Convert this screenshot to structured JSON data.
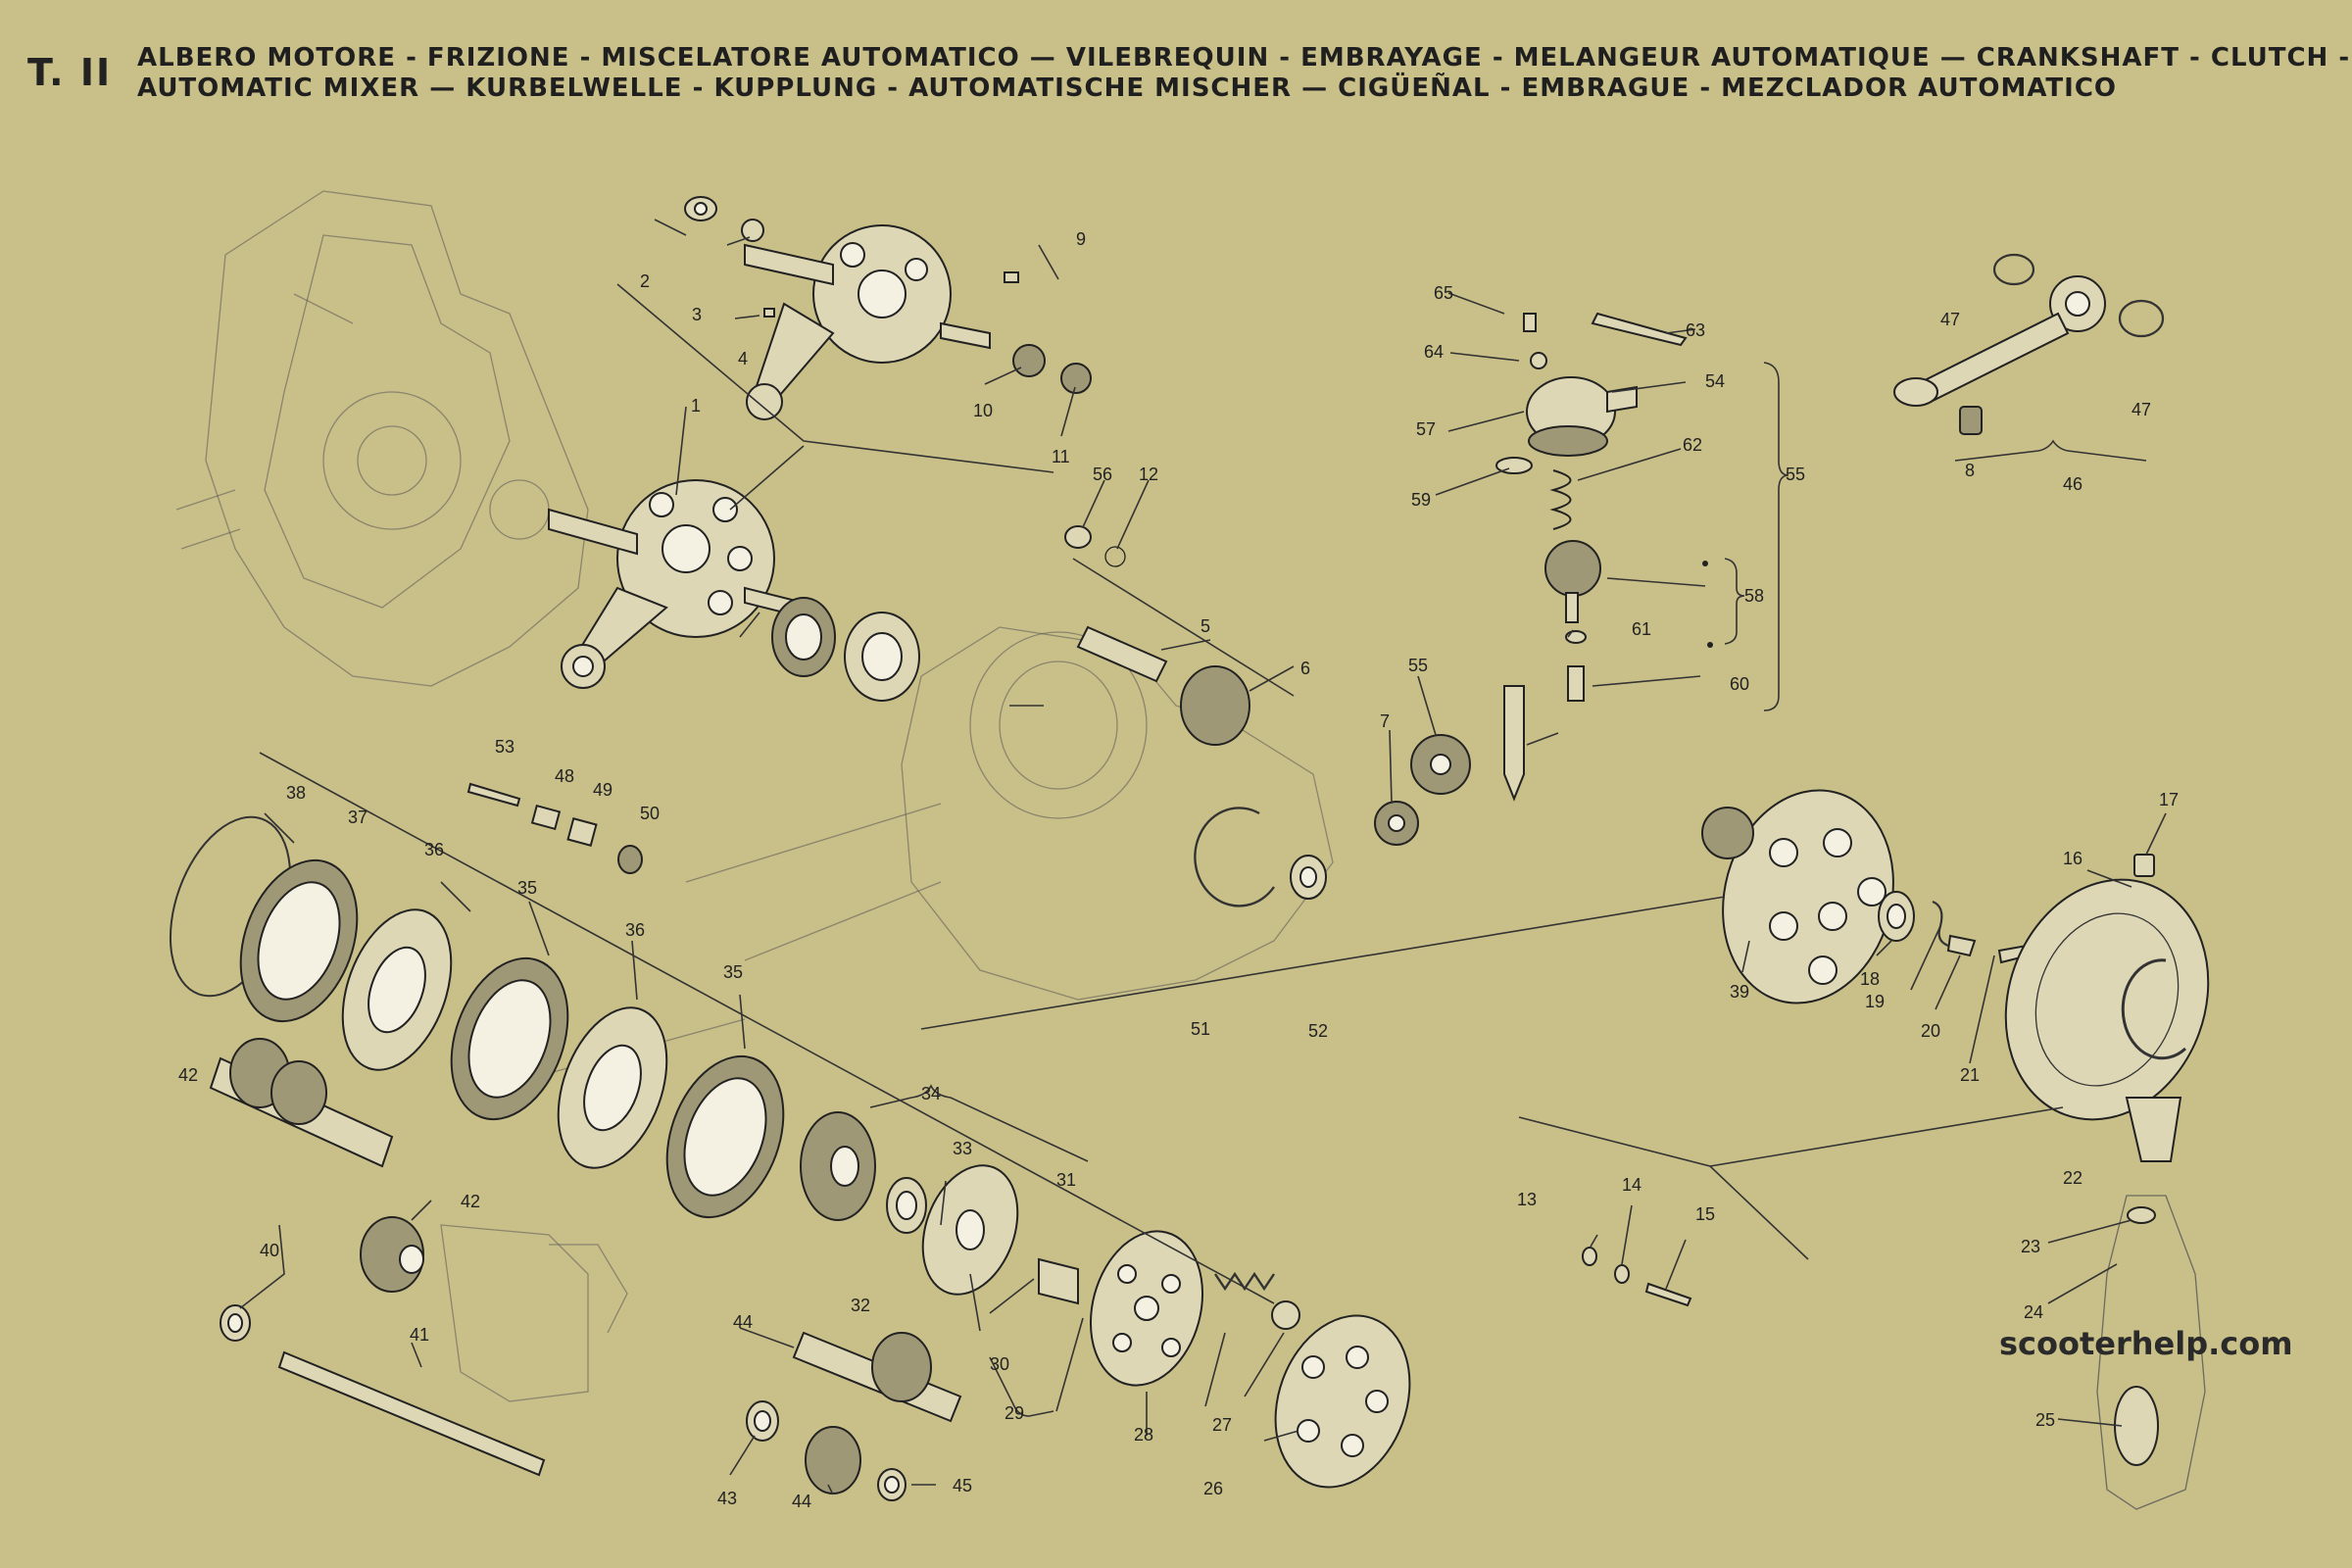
{
  "plate": "T. II",
  "title_lines": [
    "ALBERO MOTORE - FRIZIONE - MISCELATORE AUTOMATICO — VILEBREQUIN - EMBRAYAGE - MELANGEUR AUTOMATIQUE — CRANKSHAFT - CLUTCH -",
    "AUTOMATIC MIXER — KURBELWELLE - KUPPLUNG - AUTOMATISCHE MISCHER — CIGÜEÑAL - EMBRAGUE - MEZCLADOR AUTOMATICO"
  ],
  "watermark": "scooterhelp.com",
  "part_labels": [
    {
      "id": "p1",
      "text": "1"
    },
    {
      "id": "p2",
      "text": "2"
    },
    {
      "id": "p3",
      "text": "3"
    },
    {
      "id": "p4",
      "text": "4"
    },
    {
      "id": "p5",
      "text": "5"
    },
    {
      "id": "p6",
      "text": "6"
    },
    {
      "id": "p7",
      "text": "7"
    },
    {
      "id": "p8",
      "text": "8"
    },
    {
      "id": "p9",
      "text": "9"
    },
    {
      "id": "p10",
      "text": "10"
    },
    {
      "id": "p11",
      "text": "11"
    },
    {
      "id": "p12",
      "text": "12"
    },
    {
      "id": "p13",
      "text": "13"
    },
    {
      "id": "p14",
      "text": "14"
    },
    {
      "id": "p15",
      "text": "15"
    },
    {
      "id": "p16",
      "text": "16"
    },
    {
      "id": "p17",
      "text": "17"
    },
    {
      "id": "p18",
      "text": "18"
    },
    {
      "id": "p19",
      "text": "19"
    },
    {
      "id": "p20",
      "text": "20"
    },
    {
      "id": "p21",
      "text": "21"
    },
    {
      "id": "p22",
      "text": "22"
    },
    {
      "id": "p23",
      "text": "23"
    },
    {
      "id": "p24",
      "text": "24"
    },
    {
      "id": "p25",
      "text": "25"
    },
    {
      "id": "p26",
      "text": "26"
    },
    {
      "id": "p27",
      "text": "27"
    },
    {
      "id": "p28",
      "text": "28"
    },
    {
      "id": "p29",
      "text": "29"
    },
    {
      "id": "p30",
      "text": "30"
    },
    {
      "id": "p31",
      "text": "31"
    },
    {
      "id": "p32",
      "text": "32"
    },
    {
      "id": "p33",
      "text": "33"
    },
    {
      "id": "p34",
      "text": "34"
    },
    {
      "id": "p35a",
      "text": "35"
    },
    {
      "id": "p35b",
      "text": "35"
    },
    {
      "id": "p36a",
      "text": "36"
    },
    {
      "id": "p36b",
      "text": "36"
    },
    {
      "id": "p37",
      "text": "37"
    },
    {
      "id": "p38",
      "text": "38"
    },
    {
      "id": "p39",
      "text": "39"
    },
    {
      "id": "p40",
      "text": "40"
    },
    {
      "id": "p41",
      "text": "41"
    },
    {
      "id": "p42a",
      "text": "42"
    },
    {
      "id": "p42b",
      "text": "42"
    },
    {
      "id": "p43",
      "text": "43"
    },
    {
      "id": "p44a",
      "text": "44"
    },
    {
      "id": "p44b",
      "text": "44"
    },
    {
      "id": "p45",
      "text": "45"
    },
    {
      "id": "p46",
      "text": "46"
    },
    {
      "id": "p47a",
      "text": "47"
    },
    {
      "id": "p47b",
      "text": "47"
    },
    {
      "id": "p48",
      "text": "48"
    },
    {
      "id": "p49",
      "text": "49"
    },
    {
      "id": "p50",
      "text": "50"
    },
    {
      "id": "p51",
      "text": "51"
    },
    {
      "id": "p52",
      "text": "52"
    },
    {
      "id": "p53",
      "text": "53"
    },
    {
      "id": "p54",
      "text": "54"
    },
    {
      "id": "p55a",
      "text": "55"
    },
    {
      "id": "p55b",
      "text": "55"
    },
    {
      "id": "p56",
      "text": "56"
    },
    {
      "id": "p57",
      "text": "57"
    },
    {
      "id": "p58",
      "text": "58"
    },
    {
      "id": "p59",
      "text": "59"
    },
    {
      "id": "p60",
      "text": "60"
    },
    {
      "id": "p61",
      "text": "61"
    },
    {
      "id": "p62",
      "text": "62"
    },
    {
      "id": "p63",
      "text": "63"
    },
    {
      "id": "p64",
      "text": "64"
    },
    {
      "id": "p65",
      "text": "65"
    }
  ]
}
